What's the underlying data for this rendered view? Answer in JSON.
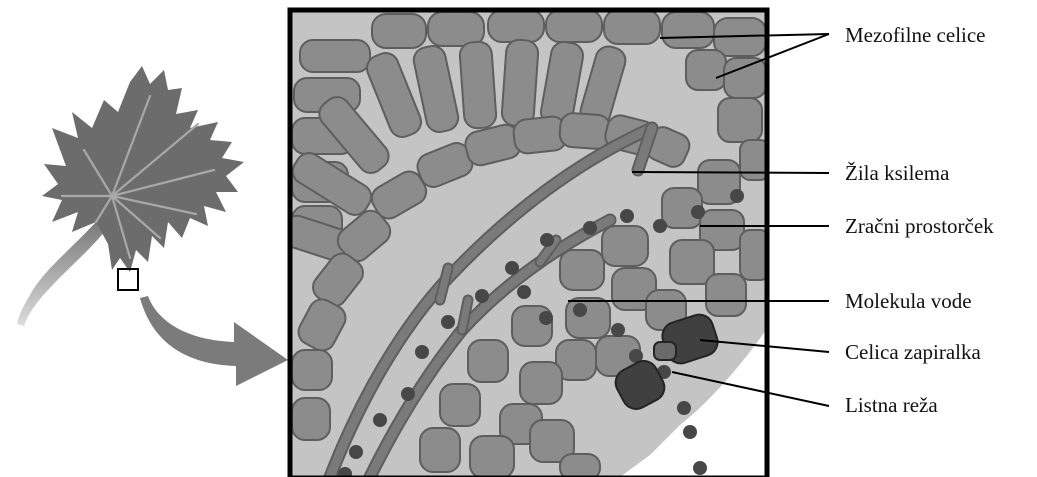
{
  "labels": {
    "mesophyll": "Mezofilne celice",
    "xylem": "Žila ksilema",
    "air_space": "Zračni prostorček",
    "water_molecule": "Molekula vode",
    "guard_cell": "Celica zapiralka",
    "stoma": "Listna reža"
  },
  "colors": {
    "background": "#ffffff",
    "leaf": "#6e6e6e",
    "leaf_vein": "#a8a8a8",
    "arrow": "#7b7b7b",
    "tissue_light": "#c3c3c3",
    "cell_fill": "#8b8b8b",
    "cell_stroke": "#5f5f5f",
    "vein_wall": "#7a7a7a",
    "water_dot": "#484848",
    "guard_cell": "#3e3e3e",
    "frame": "#000000"
  }
}
